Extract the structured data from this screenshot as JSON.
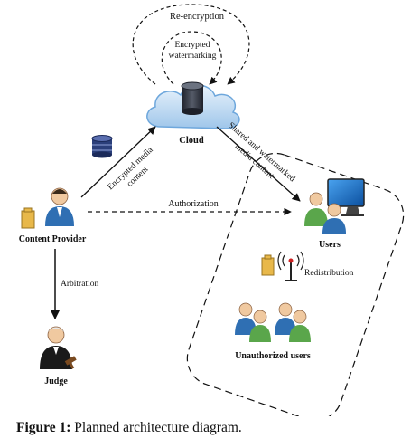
{
  "nodes": {
    "cloud": "Cloud",
    "content_provider": "Content Provider",
    "users": "Users",
    "redistribution": "Redistribution",
    "unauthorized_users": "Unauthorized users",
    "judge": "Judge"
  },
  "loops": {
    "outer": "Re-encryption",
    "inner_line1": "Encrypted",
    "inner_line2": "watermarking"
  },
  "edges": {
    "provider_to_cloud_line1": "Encrypted media",
    "provider_to_cloud_line2": "content",
    "cloud_to_users_line1": "Shared and watermarked",
    "cloud_to_users_line2": "media content",
    "authorization": "Authorization",
    "arbitration": "Arbitration"
  },
  "caption": {
    "prefix": "Figure 1:",
    "text": " Planned architecture diagram."
  },
  "colors": {
    "cloud_fill": "#cfe3f7",
    "cloud_stroke": "#6ea7dc",
    "database": "#2b2f3a",
    "person_blue": "#2f6fb3",
    "person_green": "#5aa64b",
    "folder": "#e8b84a"
  }
}
